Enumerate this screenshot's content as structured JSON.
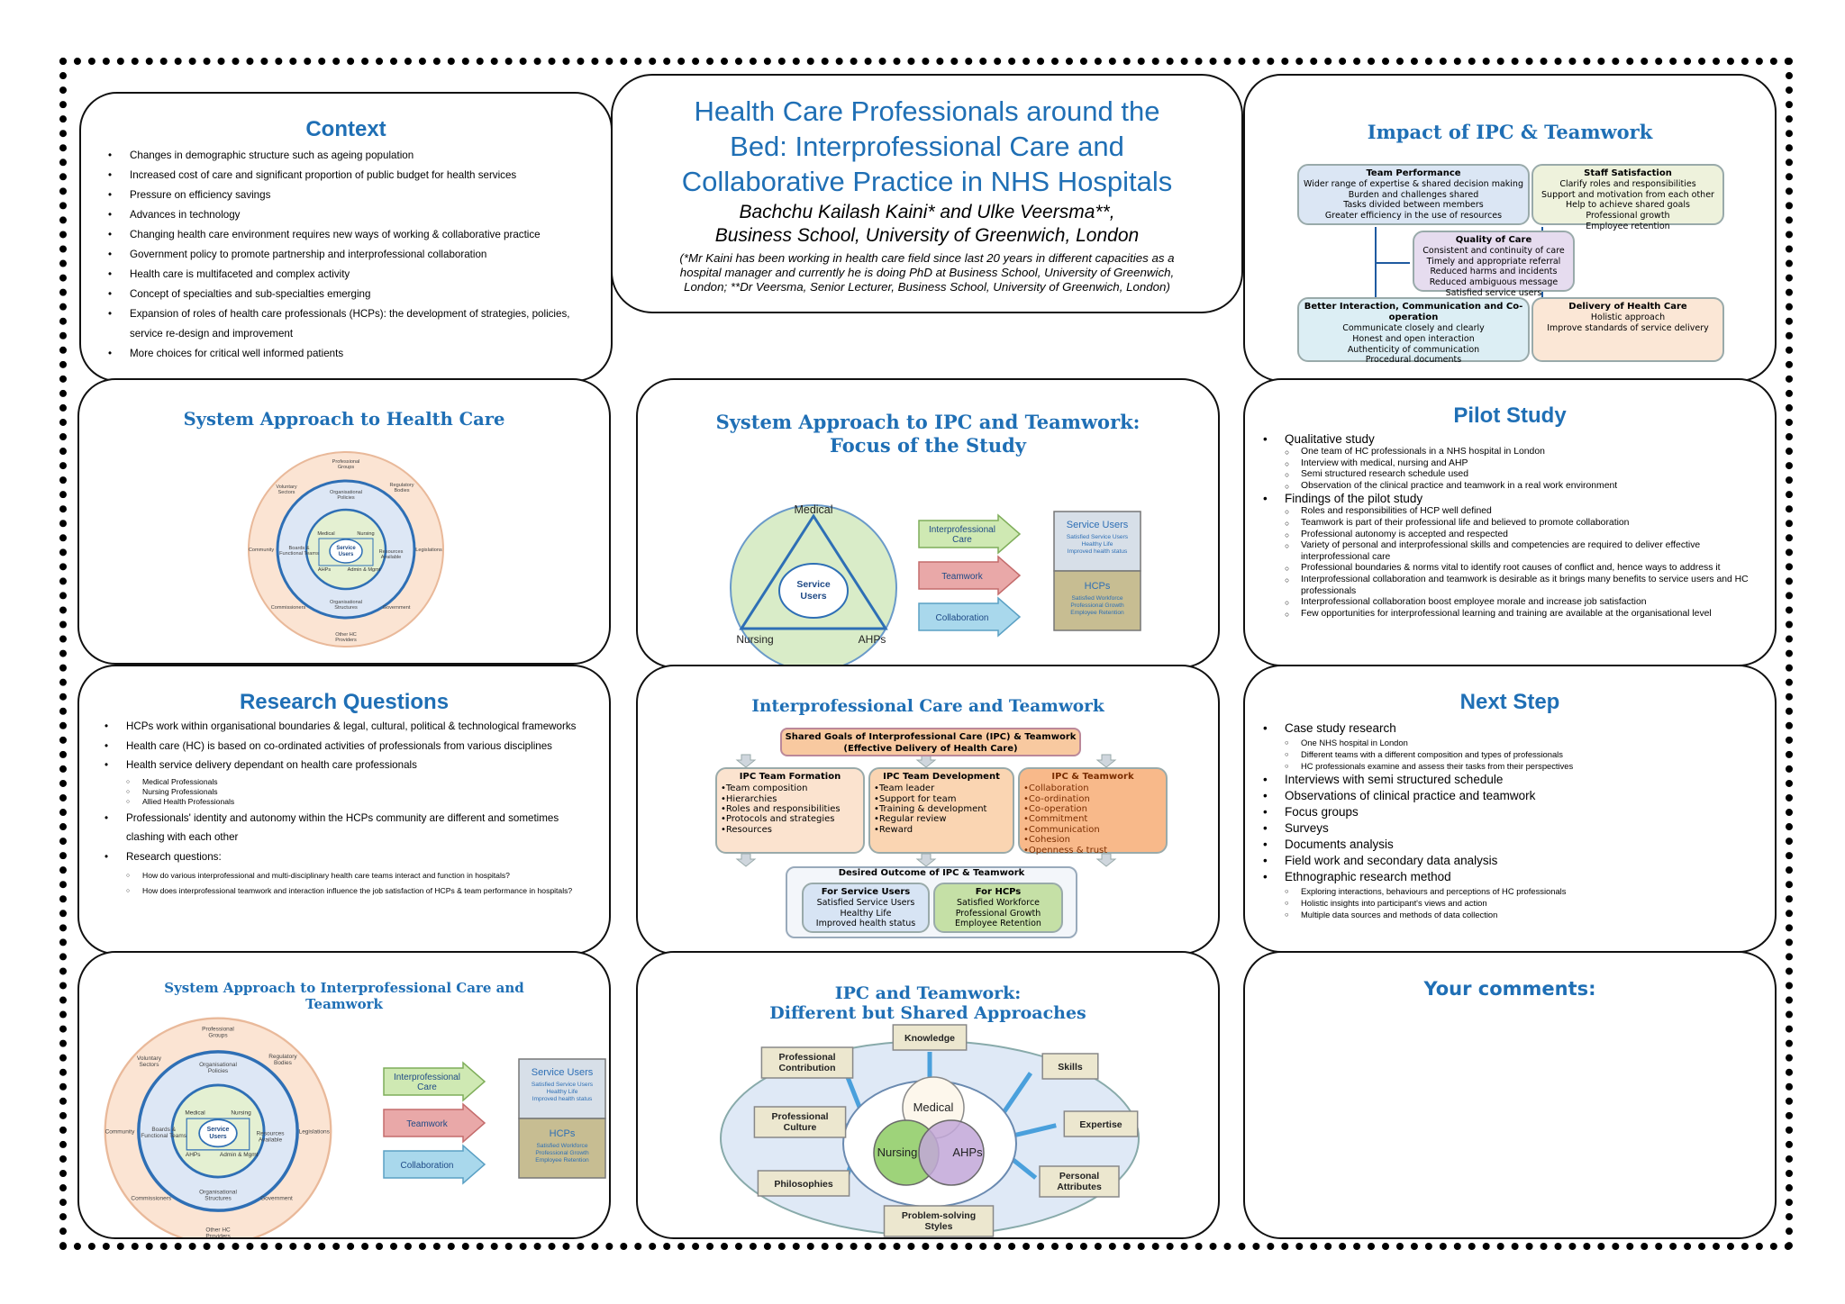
{
  "header": {
    "title_lines": [
      "Health Care Professionals around the",
      "Bed: Interprofessional Care and",
      "Collaborative Practice in NHS Hospitals"
    ],
    "authors": "Bachchu Kailash Kaini* and Ulke Veersma**,",
    "affiliation": "Business School, University of Greenwich, London",
    "note_lines": [
      "(*Mr Kaini has been working in health care field since last 20 years in different capacities as a",
      "hospital manager and currently he is doing PhD at Business School, University of Greenwich,",
      "London; **Dr Veersma, Senior Lecturer, Business School, University of Greenwich, London)"
    ]
  },
  "context": {
    "title": "Context",
    "items": [
      "Changes in demographic structure such as ageing population",
      "Increased cost of care and significant proportion of public budget for health services",
      "Pressure on efficiency savings",
      "Advances in technology",
      "Changing health care environment requires new ways of working & collaborative practice",
      "Government policy to promote partnership and interprofessional collaboration",
      "Health care is multifaceted and complex activity",
      "Concept of specialties and sub-specialties emerging",
      "Expansion of roles of health care professionals (HCPs): the development of strategies, policies, service re-design and improvement",
      "More choices for critical well informed patients"
    ]
  },
  "impact": {
    "title": "Impact of IPC & Teamwork",
    "boxes": [
      {
        "title": "Team Performance",
        "lines": [
          "Wider range of expertise & shared decision making",
          "Burden and challenges shared",
          "Tasks divided between members",
          "Greater efficiency in the use of resources"
        ],
        "color": "#dbe6f4"
      },
      {
        "title": "Staff Satisfaction",
        "lines": [
          "Clarify roles and responsibilities",
          "Support and motivation from each other",
          "Help to achieve shared goals",
          "Professional growth",
          "Employee retention"
        ],
        "color": "#eef2dc"
      },
      {
        "title": "Quality of Care",
        "lines": [
          "Consistent and continuity of care",
          "Timely and appropriate referral",
          "Reduced harms and incidents",
          "Reduced ambiguous message",
          "Satisfied service users"
        ],
        "color": "#e6dcef"
      },
      {
        "title": "Better Interaction, Communication and Co-operation",
        "lines": [
          "Communicate closely and clearly",
          "Honest and open interaction",
          "Authenticity of communication",
          "Procedural documents"
        ],
        "color": "#dceef4"
      },
      {
        "title": "Delivery of Health Care",
        "lines": [
          "Holistic approach",
          "Improve standards of service delivery"
        ],
        "color": "#fbe7d6"
      }
    ]
  },
  "sys_hc": {
    "title": "System Approach to Health Care",
    "outer": [
      "Professional Groups",
      "Regulatory Bodies",
      "Legislations",
      "Government",
      "Other HC Providers",
      "Commissioners",
      "Community",
      "Voluntary Sectors"
    ],
    "middle": [
      "Organisational Policies",
      "Resources Available",
      "Organisational Structures",
      "Boards & Functional Teams"
    ],
    "inner": [
      "Medical",
      "Nursing",
      "Admin & Mgmt",
      "AHPs"
    ],
    "center": "Service Users"
  },
  "sys_ipc": {
    "title_lines": [
      "System Approach to IPC and Teamwork:",
      "Focus of the Study"
    ],
    "triangle": [
      "Medical",
      "Nursing",
      "AHPs"
    ],
    "center": "Service Users",
    "arrows": [
      "Interprofessional Care",
      "Teamwork",
      "Collaboration"
    ],
    "outcome_top": {
      "title": "Service Users",
      "lines": [
        "Satisfied Service Users",
        "Healthy Life",
        "Improved health status"
      ]
    },
    "outcome_bottom": {
      "title": "HCPs",
      "lines": [
        "Satisfied Workforce",
        "Professional Growth",
        "Employee Retention"
      ]
    }
  },
  "pilot": {
    "title": "Pilot Study",
    "groups": [
      {
        "head": "Qualitative study",
        "items": [
          "One team of HC professionals in a NHS hospital in London",
          "Interview with medical, nursing and AHP",
          "Semi structured research schedule used",
          "Observation of the clinical practice and teamwork in a real work environment"
        ]
      },
      {
        "head": "Findings of the pilot study",
        "items": [
          "Roles and responsibilities of HCP well defined",
          "Teamwork is part of their professional life and believed to promote collaboration",
          "Professional autonomy is accepted and respected",
          "Variety of personal and interprofessional skills and competencies are required to deliver effective interprofessional care",
          "Professional boundaries & norms vital to identify root causes of conflict and, hence ways to address it",
          "Interprofessional collaboration and teamwork is desirable as it brings many benefits to service users and HC professionals",
          "Interprofessional collaboration boost employee morale and increase job satisfaction",
          "Few opportunities for interprofessional learning and training are available at the organisational level"
        ]
      }
    ]
  },
  "research": {
    "title": "Research Questions",
    "items": [
      {
        "text": "HCPs work within organisational boundaries & legal, cultural, political & technological frameworks",
        "sub": []
      },
      {
        "text": "Health care (HC) is based on co-ordinated activities of professionals from various disciplines",
        "sub": []
      },
      {
        "text": "Health service delivery dependant on health care professionals",
        "sub": [
          "Medical Professionals",
          "Nursing Professionals",
          "Allied Health Professionals"
        ]
      },
      {
        "text": "Professionals' identity and autonomy within the HCPs community are different and sometimes clashing with each other",
        "sub": []
      },
      {
        "text": "Research questions:",
        "sub": [
          "How do various interprofessional and multi-disciplinary health care teams interact and function in hospitals?",
          "How does interprofessional teamwork and interaction influence the job satisfaction of HCPs & team performance in hospitals?"
        ]
      }
    ]
  },
  "ipct": {
    "title": "Interprofessional Care and Teamwork",
    "goal_lines": [
      "Shared Goals of Interprofessional Care (IPC) & Teamwork",
      "(Effective Delivery of Health Care)"
    ],
    "cols": [
      {
        "title": "IPC Team Formation",
        "items": [
          "•Team composition",
          "•Hierarchies",
          "•Roles and  responsibilities",
          "•Protocols and strategies",
          "•Resources"
        ]
      },
      {
        "title": "IPC Team Development",
        "items": [
          "•Team leader",
          "•Support for team",
          "•Training & development",
          "•Regular review",
          "•Reward"
        ]
      },
      {
        "title": "IPC  & Teamwork",
        "items": [
          "•Collaboration",
          "•Co-ordination",
          "•Co-operation",
          "•Commitment",
          "•Communication",
          "•Cohesion",
          "•Openness & trust"
        ]
      }
    ],
    "outcome_title": "Desired Outcome of IPC  & Teamwork",
    "outcomes": [
      {
        "title": "For Service Users",
        "lines": [
          "Satisfied Service Users",
          "Healthy Life",
          "Improved health status"
        ]
      },
      {
        "title": "For HCPs",
        "lines": [
          "Satisfied Workforce",
          "Professional Growth",
          "Employee Retention"
        ]
      }
    ]
  },
  "next": {
    "title": "Next Step",
    "items": [
      {
        "text": "Case study research",
        "sub": [
          "One NHS hospital in London",
          "Different teams with a different composition and types of professionals",
          "HC professionals examine and assess their tasks from their perspectives"
        ]
      },
      {
        "text": "Interviews with semi structured schedule",
        "sub": []
      },
      {
        "text": "Observations of clinical practice and teamwork",
        "sub": []
      },
      {
        "text": "Focus groups",
        "sub": []
      },
      {
        "text": "Surveys",
        "sub": []
      },
      {
        "text": "Documents analysis",
        "sub": []
      },
      {
        "text": "Field work and secondary data analysis",
        "sub": []
      },
      {
        "text": "Ethnographic research method",
        "sub": [
          "Exploring interactions, behaviours and perceptions of HC professionals",
          "Holistic insights into participant's views and action",
          "Multiple data sources and methods of data collection"
        ]
      }
    ]
  },
  "sys_ipct": {
    "title_lines": [
      "System Approach to Interprofessional Care and",
      "Teamwork"
    ]
  },
  "shared": {
    "title_lines": [
      "IPC and Teamwork:",
      "Different but Shared Approaches"
    ],
    "circles": [
      "Medical",
      "Nursing",
      "AHPs"
    ],
    "nodes": [
      [
        "Knowledge"
      ],
      [
        "Skills"
      ],
      [
        "Expertise"
      ],
      [
        "Personal",
        "Attributes"
      ],
      [
        "Problem-solving",
        "Styles"
      ],
      [
        "Philosophies"
      ],
      [
        "Professional",
        "Culture"
      ],
      [
        "Professional",
        "Contribution"
      ]
    ]
  },
  "comments": {
    "title": "Your comments:"
  }
}
